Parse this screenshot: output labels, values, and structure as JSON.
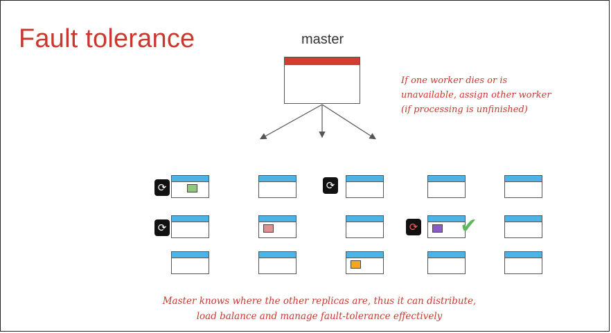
{
  "slide": {
    "title": "Fault tolerance",
    "master_label": "master",
    "note_lines": [
      "If one worker dies or is",
      "unavailable, assign other worker",
      "(if processing is unfinished)"
    ],
    "footer_lines": [
      "Master knows where the other replicas are, thus it can distribute,",
      "load balance and manage fault-tolerance effectively"
    ]
  },
  "colors": {
    "title": "#c9382e",
    "master_bar": "#d23c32",
    "worker_bar": "#4cb3e6",
    "chunk_green": "#8fc87d",
    "chunk_pink": "#e38f91",
    "chunk_orange": "#f2a81e",
    "chunk_purple": "#8b5cc6",
    "check": "#5db75d"
  },
  "icons": {
    "retry": "refresh-icon",
    "failed_retry": "refresh-failed-icon",
    "success": "checkmark-icon"
  }
}
